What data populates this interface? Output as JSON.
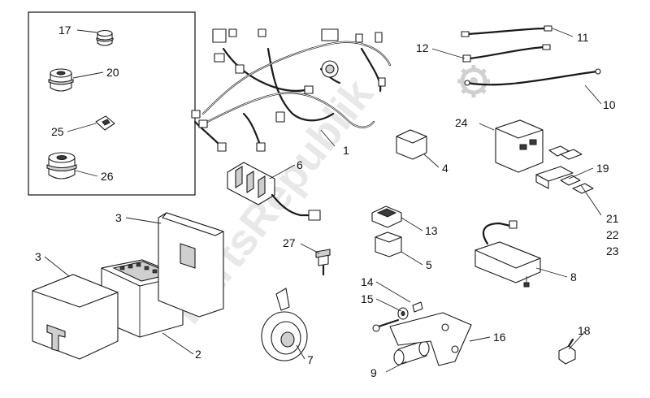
{
  "watermark": "PartsRepublik",
  "labels": {
    "p1": "1",
    "p2": "2",
    "p3a": "3",
    "p3b": "3",
    "p4": "4",
    "p5": "5",
    "p6": "6",
    "p7": "7",
    "p8": "8",
    "p9": "9",
    "p10": "10",
    "p11": "11",
    "p12": "12",
    "p13": "13",
    "p14": "14",
    "p15": "15",
    "p16": "16",
    "p17": "17",
    "p18": "18",
    "p19": "19",
    "p20": "20",
    "p21": "21",
    "p22": "22",
    "p23": "23",
    "p24": "24",
    "p25": "25",
    "p26": "26",
    "p27": "27"
  }
}
